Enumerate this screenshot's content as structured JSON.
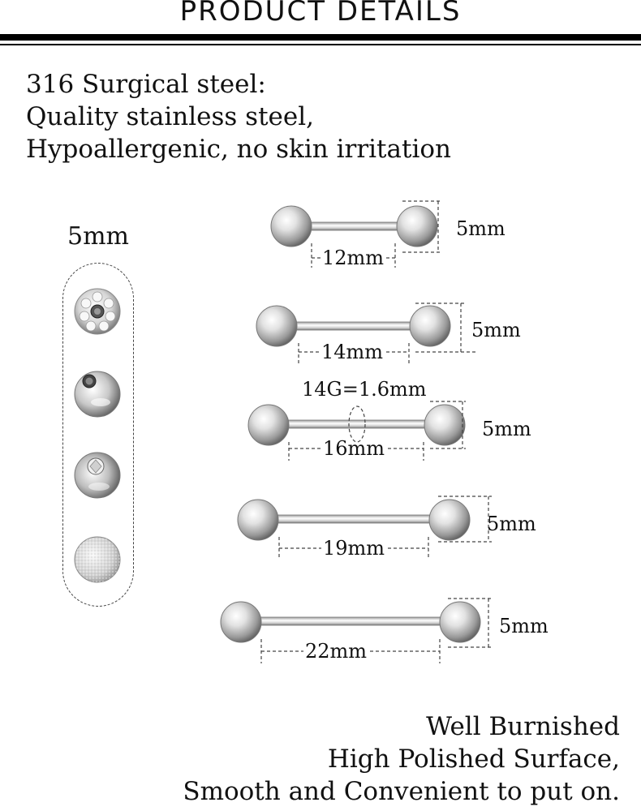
{
  "header": {
    "title": "PRODUCT DETAILS"
  },
  "intro": {
    "line1": "316 Surgical steel:",
    "line2": "Quality stainless steel,",
    "line3": "Hypoallergenic, no skin irritation"
  },
  "ball_ends": {
    "size_label": "5mm",
    "items": [
      "crystal-ball-icon",
      "threaded-steel-ball-icon",
      "gem-steel-ball-icon",
      "frosted-ball-icon"
    ]
  },
  "barbells": [
    {
      "length": "12mm",
      "ball": "5mm"
    },
    {
      "length": "14mm",
      "ball": "5mm"
    },
    {
      "length": "16mm",
      "ball": "5mm",
      "gauge": "14G=1.6mm"
    },
    {
      "length": "19mm",
      "ball": "5mm"
    },
    {
      "length": "22mm",
      "ball": "5mm"
    }
  ],
  "outro": {
    "line1": "Well Burnished",
    "line2": "High Polished Surface,",
    "line3": "Smooth and Convenient to put on."
  },
  "colors": {
    "steel_light": "#f4f4f4",
    "steel_dark": "#6a6a6a",
    "text": "#111111"
  }
}
